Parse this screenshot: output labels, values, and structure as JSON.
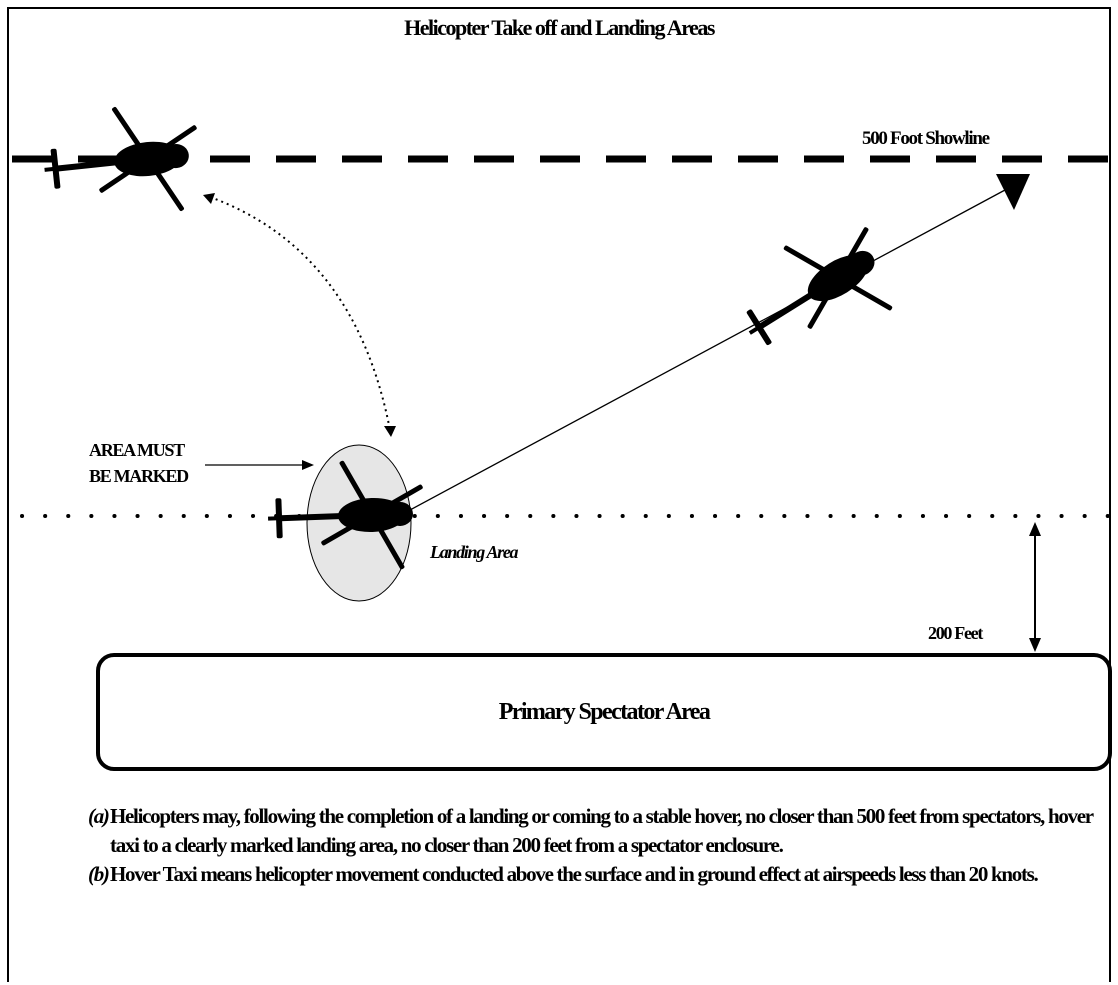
{
  "diagram": {
    "title": "Helicopter Take off and Landing Areas",
    "showline_label": "500 Foot Showline",
    "area_marked_label_line1": "AREA MUST",
    "area_marked_label_line2": "BE MARKED",
    "landing_area_label": "Landing Area",
    "distance_label": "200 Feet",
    "spectator_area_label": "Primary Spectator Area",
    "icons": [
      "helicopter-icon",
      "arrow-icon"
    ],
    "colors": {
      "line": "#000000",
      "landing_area_fill": "#e6e6e6"
    }
  },
  "notes": [
    {
      "mark": "(a)",
      "text": "Helicopters may, following the completion of a landing or coming to a stable hover, no closer than 500 feet from spectators, hover taxi to a clearly marked landing area, no closer than 200 feet from a spectator enclosure."
    },
    {
      "mark": "(b)",
      "text": "Hover Taxi means helicopter movement conducted above the surface and in ground effect at airspeeds less than 20 knots."
    }
  ]
}
